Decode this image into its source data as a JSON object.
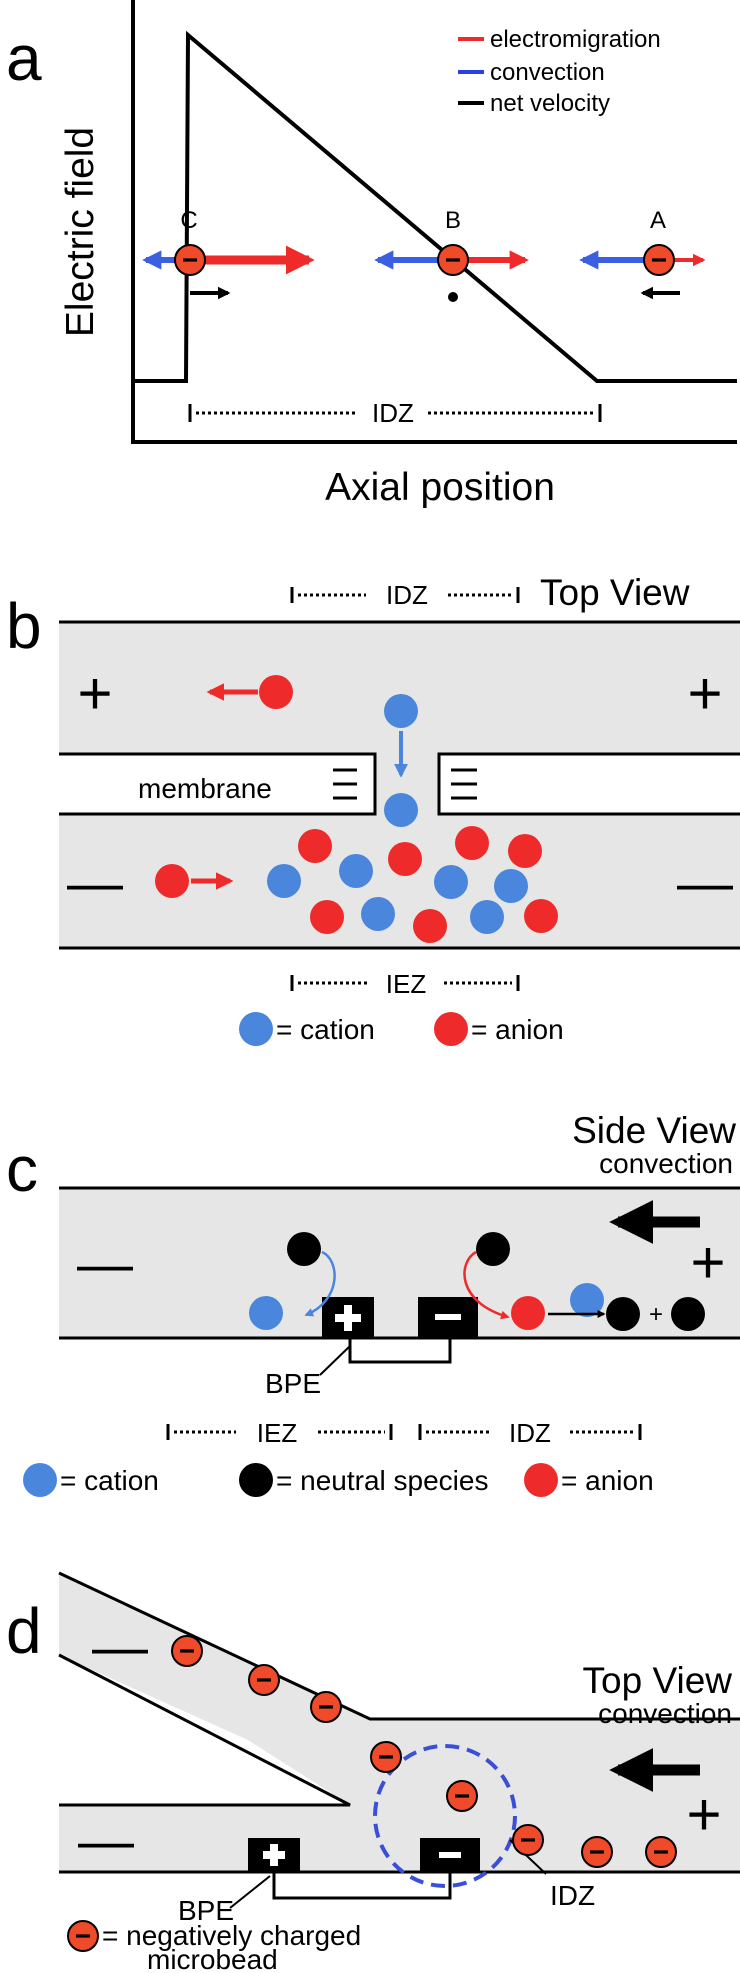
{
  "panels": {
    "a": {
      "letter": "a",
      "legend": [
        "electromigration",
        "convection",
        "net velocity"
      ],
      "particle_labels": [
        "C",
        "B",
        "A"
      ],
      "ylabel": "Electric field",
      "xlabel": "Axial position",
      "zone": "IDZ"
    },
    "b": {
      "letter": "b",
      "view": "Top View",
      "idz": "IDZ",
      "iez": "IEZ",
      "membrane": "membrane",
      "plus": "+",
      "minus": "—",
      "key_cation": "= cation",
      "key_anion": "= anion"
    },
    "c": {
      "letter": "c",
      "view": "Side View",
      "convection": "convection",
      "bpe": "BPE",
      "iez": "IEZ",
      "idz": "IDZ",
      "plus": "+",
      "minus": "—",
      "small_plus": "+",
      "key_cation": "= cation",
      "key_neutral": "= neutral species",
      "key_anion": "= anion"
    },
    "d": {
      "letter": "d",
      "view": "Top View",
      "convection": "convection",
      "bpe": "BPE",
      "idz": "IDZ",
      "plus": "+",
      "minus": "—",
      "key_bead_1": "= negatively charged",
      "key_bead_2": "microbead"
    }
  },
  "colors": {
    "red": "#ee2a2a",
    "blue": "#4a86db",
    "black": "#000000",
    "channel": "#e6e6e6",
    "bead": "#ef4a2a",
    "circle": "#3a4fd8"
  },
  "icons": {
    "bead_sign": "minus-sign",
    "electrode_anode": "plus-sign",
    "electrode_cathode": "minus-sign"
  }
}
